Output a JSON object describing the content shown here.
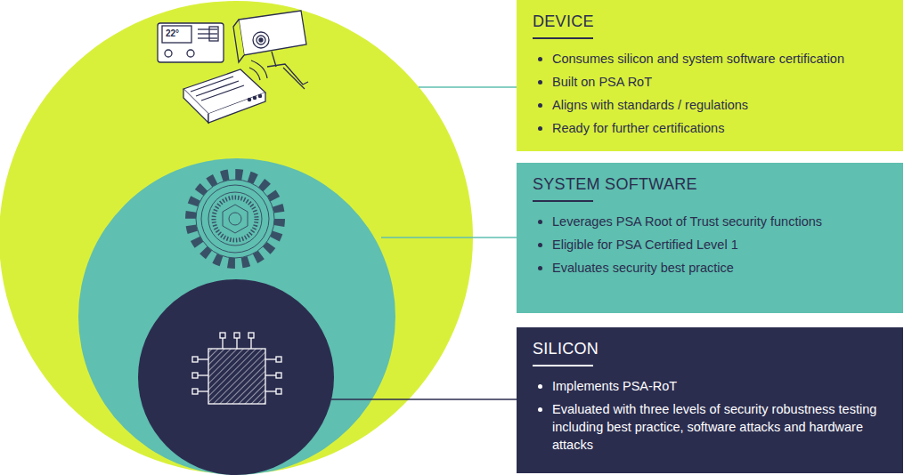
{
  "diagram": {
    "nodes": [
      {
        "text": [
          "DEVICE",
          "Consumes silicon and system software certification",
          "Built on PSA RoT",
          "Aligns with standards / regulations",
          "Ready for further certifications"
        ]
      },
      {
        "text": [
          "SYSTEM SOFTWARE",
          "Leverages PSA Root of Trust security functions",
          "Eligible for PSA Certified Level 1",
          "Evaluates security best practice"
        ]
      },
      {
        "text": [
          "SILICON",
          "Implements PSA-RoT",
          "Evaluated with three levels of security robustness testing including best practice, software attacks and hardware attacks"
        ]
      }
    ],
    "labels": [
      "22°"
    ]
  }
}
